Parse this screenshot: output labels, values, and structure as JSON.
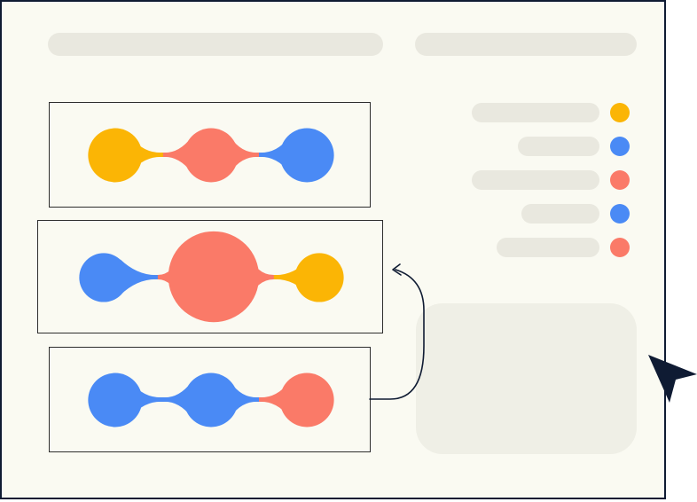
{
  "colors": {
    "yellow": "#fbb505",
    "red": "#fa7a68",
    "blue": "#4a8af5",
    "frame_border": "#0f1b33",
    "background": "#fafaf2",
    "placeholder": "#e9e8df"
  },
  "cards": [
    {
      "id": "top",
      "blobs": [
        "yellow",
        "red",
        "blue"
      ],
      "sizes": [
        "small",
        "small",
        "small"
      ]
    },
    {
      "id": "middle",
      "blobs": [
        "blue",
        "red",
        "yellow"
      ],
      "sizes": [
        "small",
        "large",
        "small"
      ]
    },
    {
      "id": "bottom",
      "blobs": [
        "blue",
        "blue",
        "red"
      ],
      "sizes": [
        "small",
        "small",
        "small"
      ]
    }
  ],
  "legend": [
    "yellow",
    "blue",
    "red",
    "blue",
    "red"
  ],
  "icons": {
    "connector": "curved-arrow-icon",
    "cursor": "cursor-arrow-icon"
  }
}
